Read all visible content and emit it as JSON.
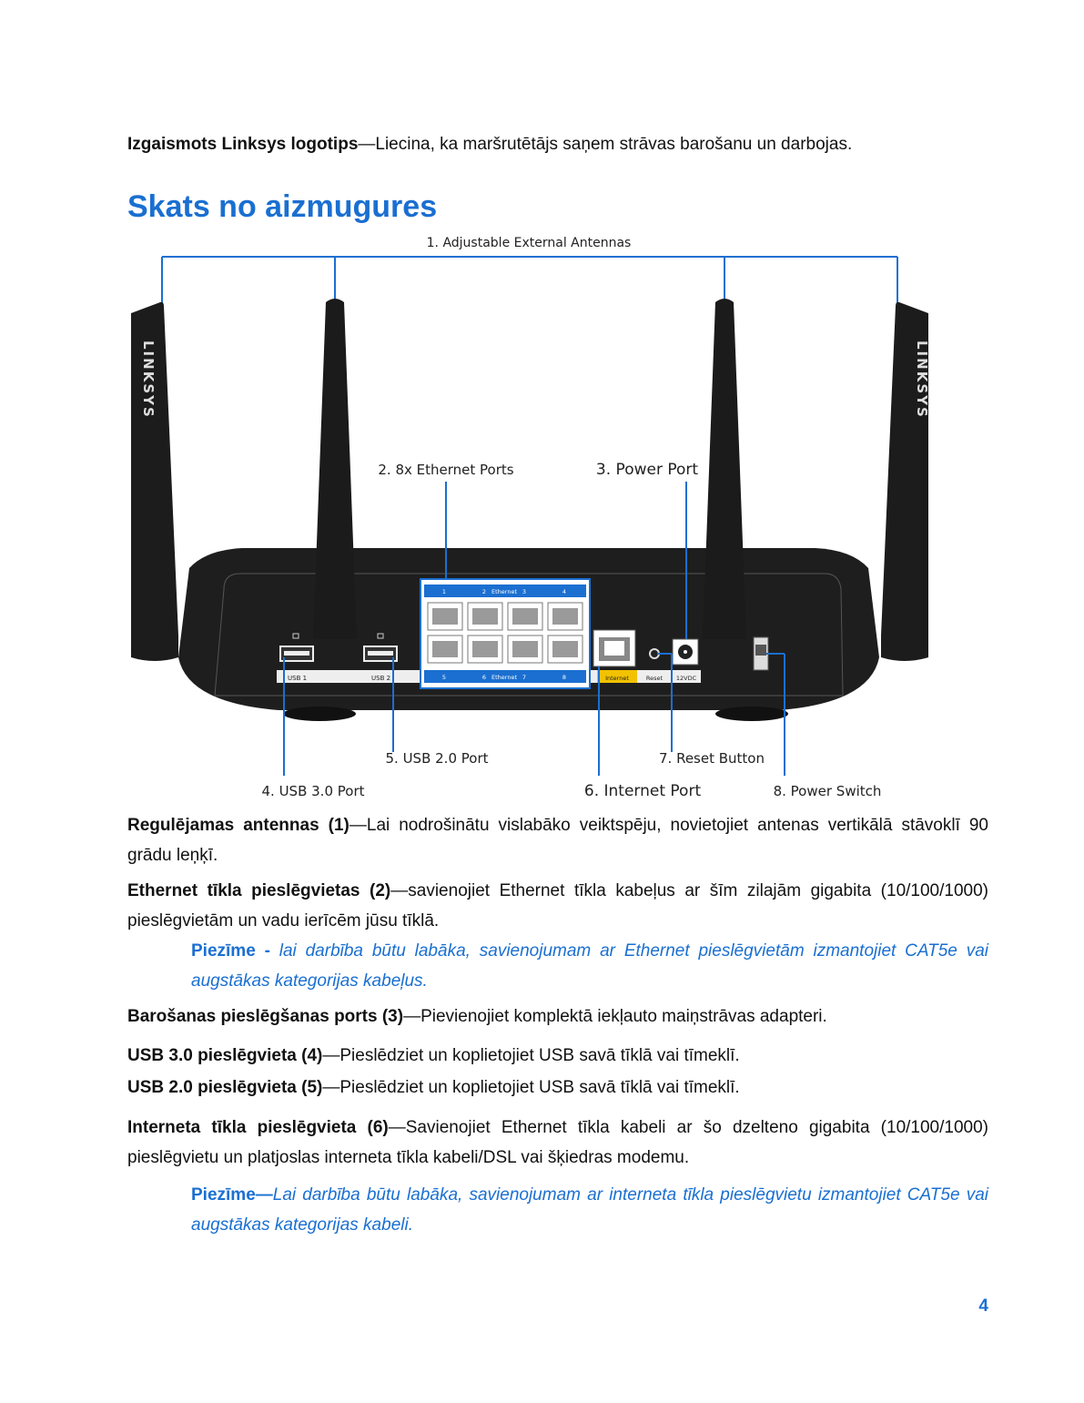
{
  "intro": {
    "term": "Izgaismots Linksys logotips",
    "text": "—Liecina, ka maršrutētājs saņem strāvas barošanu un darbojas."
  },
  "section_title": "Skats no aizmugures",
  "diagram": {
    "logo_text": "LINKSYS",
    "labels": {
      "antennas": "1. Adjustable External Antennas",
      "ethernet": "2. 8x Ethernet Ports",
      "power_port": "3. Power Port",
      "usb30": "4. USB 3.0 Port",
      "usb20": "5. USB 2.0 Port",
      "internet": "6. Internet Port",
      "reset": "7. Reset Button",
      "power_switch": "8. Power Switch"
    },
    "panel": {
      "usb1": "USB 1",
      "usb2": "USB 2",
      "eth_top": [
        "1",
        "2",
        "Ethernet",
        "3",
        "4"
      ],
      "eth_bottom": [
        "5",
        "6",
        "Ethernet",
        "7",
        "8"
      ],
      "internet": "Internet",
      "reset": "Reset",
      "dc": "12VDC"
    },
    "colors": {
      "accent_blue": "#1a6fd1",
      "internet_yellow": "#f2c200"
    }
  },
  "items": [
    {
      "term": "Regulējamas antennas (1)",
      "text": "—Lai nodrošinātu vislabāko veiktspēju, novietojiet antenas vertikālā stāvoklī 90 grādu leņķī."
    },
    {
      "term": "Ethernet tīkla pieslēgvietas (2)",
      "text": "—savienojiet Ethernet tīkla kabeļus ar šīm zilajām gigabita (10/100/1000) pieslēgvietām un vadu ierīcēm jūsu tīklā."
    },
    {
      "term": "Piezīme - ",
      "text": "lai darbība būtu labāka, savienojumam ar Ethernet pieslēgvietām izmantojiet CAT5e vai augstākas kategorijas kabeļus."
    },
    {
      "term": "Barošanas pieslēgšanas ports (3)",
      "text": "—Pievienojiet komplektā iekļauto maiņstrāvas adapteri."
    },
    {
      "term": "USB 3.0 pieslēgvieta (4)",
      "text": "—Pieslēdziet un koplietojiet USB savā tīklā vai tīmeklī."
    },
    {
      "term": "USB 2.0 pieslēgvieta (5)",
      "text": "—Pieslēdziet un koplietojiet USB savā tīklā vai tīmeklī."
    },
    {
      "term": "Interneta tīkla pieslēgvieta (6)",
      "text": "—Savienojiet Ethernet tīkla kabeli ar šo dzelteno gigabita (10/100/1000) pieslēgvietu un platjoslas interneta tīkla kabeli/DSL vai šķiedras modemu."
    },
    {
      "term": "Piezīme—",
      "text": "Lai darbība būtu labāka, savienojumam ar interneta tīkla pieslēgvietu izmantojiet CAT5e vai augstākas kategorijas kabeli."
    }
  ],
  "page_number": "4"
}
